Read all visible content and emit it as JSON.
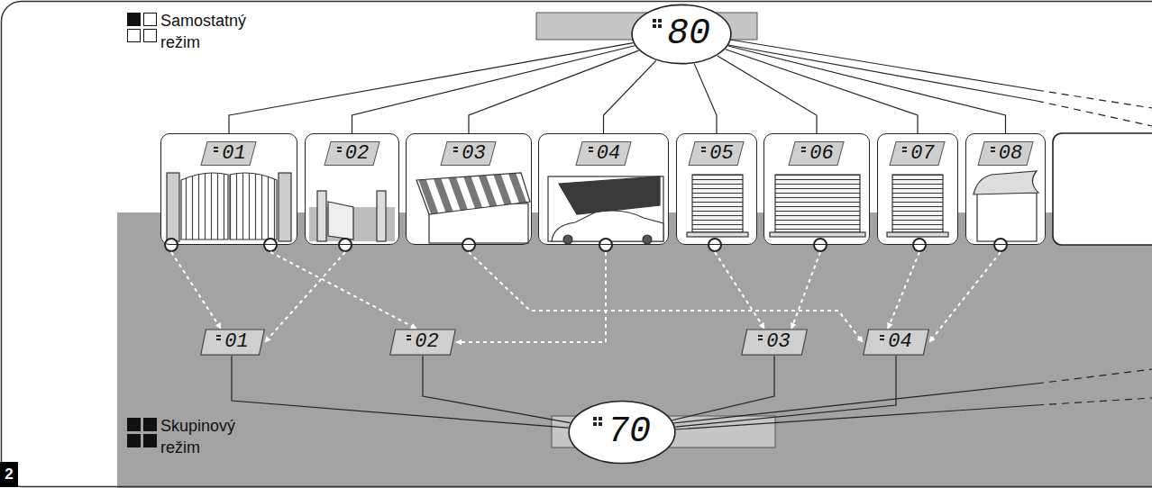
{
  "diagram": {
    "nodes": [
      {
        "text": [
          "80"
        ]
      },
      {
        "text": [
          "01"
        ]
      },
      {
        "text": [
          "02"
        ]
      },
      {
        "text": [
          "03"
        ]
      },
      {
        "text": [
          "04"
        ]
      },
      {
        "text": [
          "05"
        ]
      },
      {
        "text": [
          "06"
        ]
      },
      {
        "text": [
          "07"
        ]
      },
      {
        "text": [
          "08"
        ]
      },
      {
        "text": [
          "01"
        ]
      },
      {
        "text": [
          "02"
        ]
      },
      {
        "text": [
          "03"
        ]
      },
      {
        "text": [
          "04"
        ]
      },
      {
        "text": [
          "70"
        ]
      }
    ],
    "edges": [
      {
        "from": 0,
        "to": 1,
        "arrow": "none"
      },
      {
        "from": 0,
        "to": 2,
        "arrow": "none"
      },
      {
        "from": 0,
        "to": 3,
        "arrow": "none"
      },
      {
        "from": 0,
        "to": 4,
        "arrow": "none"
      },
      {
        "from": 0,
        "to": 5,
        "arrow": "none"
      },
      {
        "from": 0,
        "to": 6,
        "arrow": "none"
      },
      {
        "from": 0,
        "to": 7,
        "arrow": "none"
      },
      {
        "from": 0,
        "to": 8,
        "arrow": "none"
      },
      {
        "from": 1,
        "to": 9,
        "arrow": "to"
      },
      {
        "from": 2,
        "to": 9,
        "arrow": "to"
      },
      {
        "from": 1,
        "to": 10,
        "arrow": "to"
      },
      {
        "from": 4,
        "to": 10,
        "arrow": "to"
      },
      {
        "from": 3,
        "to": 12,
        "arrow": "to"
      },
      {
        "from": 5,
        "to": 11,
        "arrow": "to"
      },
      {
        "from": 6,
        "to": 11,
        "arrow": "to"
      },
      {
        "from": 7,
        "to": 12,
        "arrow": "to"
      },
      {
        "from": 8,
        "to": 12,
        "arrow": "to"
      },
      {
        "from": 9,
        "to": 13,
        "arrow": "none"
      },
      {
        "from": 10,
        "to": 13,
        "arrow": "none"
      },
      {
        "from": 11,
        "to": 13,
        "arrow": "none"
      },
      {
        "from": 12,
        "to": 13,
        "arrow": "none"
      }
    ],
    "labels": [
      "2"
    ],
    "legend": [
      {
        "text": "Samostatný režim"
      },
      {
        "text": "Skupinový režim"
      }
    ]
  }
}
